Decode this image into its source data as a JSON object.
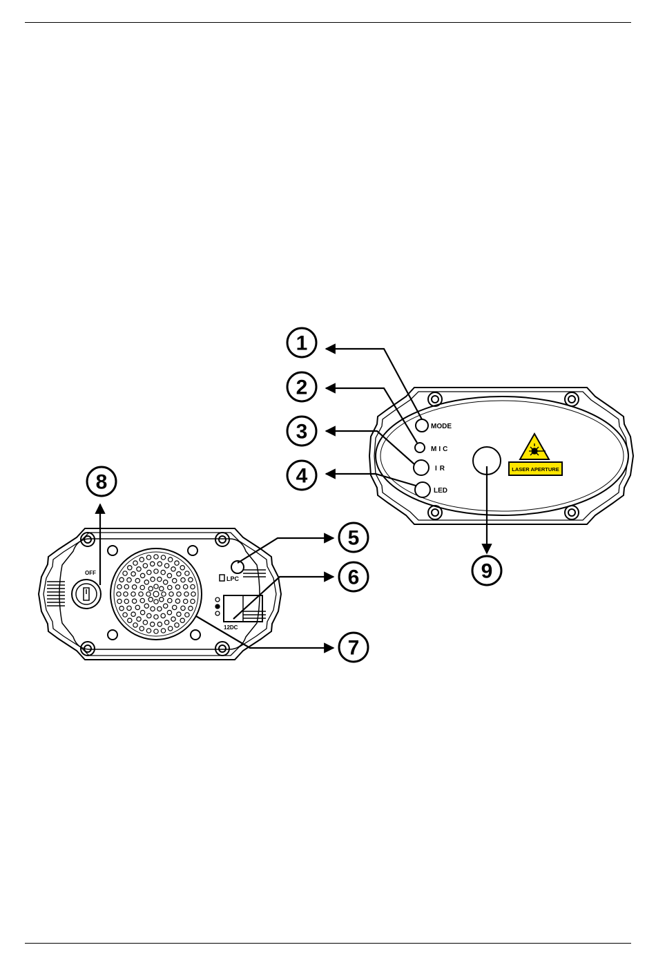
{
  "front_panel": {
    "labels": {
      "mode": "MODE",
      "mic": "MIC",
      "ir": "IR",
      "led": "LED"
    },
    "warning_label": "LASER APERTURE"
  },
  "rear_panel": {
    "labels": {
      "off": "OFF",
      "lpc": "LPC",
      "power": "12DC"
    }
  },
  "callouts": [
    "1",
    "2",
    "3",
    "4",
    "5",
    "6",
    "7",
    "8",
    "9"
  ]
}
